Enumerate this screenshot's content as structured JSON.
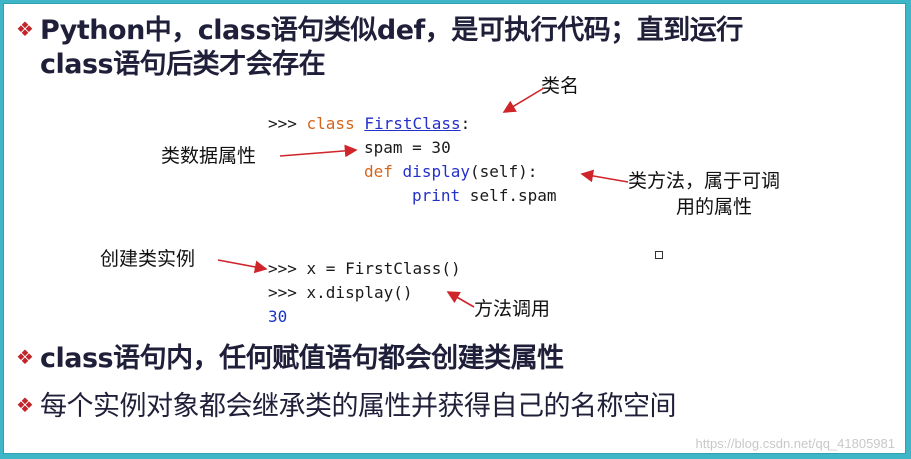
{
  "bullets": {
    "b1_line1": "Python中，class语句类似def，是可执行代码；直到运行",
    "b1_line2": "class语句后类才会存在",
    "b2": "class语句内，任何赋值语句都会创建类属性",
    "b3": "每个实例对象都会继承类的属性并获得自己的名称空间"
  },
  "code": {
    "l1_prompt": ">>> ",
    "l1_kw": "class",
    "l1_name": "FirstClass",
    "l1_colon": ":",
    "l2": "spam = 30",
    "l3_kw": "def",
    "l3_name": "display",
    "l3_rest": "(self):",
    "l4_kw": "print",
    "l4_rest": " self.spam",
    "l5": ">>> x = FirstClass()",
    "l6": ">>> x.display()",
    "l7": "30"
  },
  "annotations": {
    "class_name": "类名",
    "class_data_attr": "类数据属性",
    "class_method_line1": "类方法，属于可调",
    "class_method_line2": "用的属性",
    "create_instance": "创建类实例",
    "method_call": "方法调用"
  },
  "watermark": "https://blog.csdn.net/qq_41805981",
  "colors": {
    "bullet": "#c0262c",
    "keyword": "#d4661b",
    "identifier": "#2430c9",
    "arrow": "#d0242b"
  }
}
